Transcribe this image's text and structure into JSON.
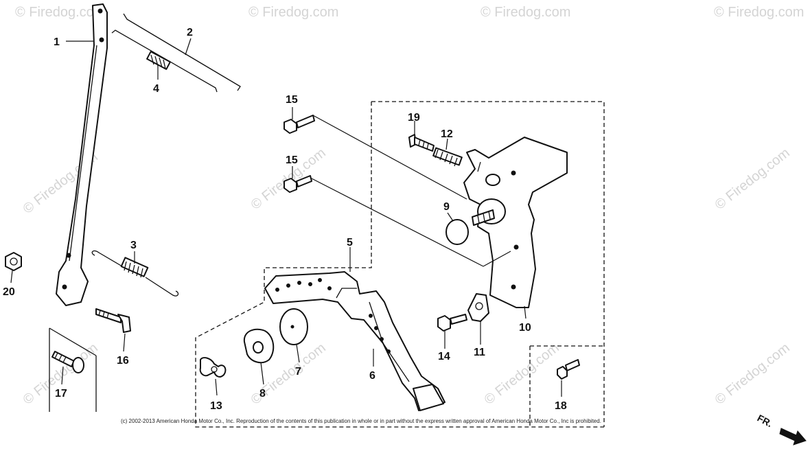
{
  "watermark": {
    "text": "© Firedog.com",
    "color": "#d4d4d4"
  },
  "copyright": "(c) 2002-2013 American Honda Motor Co., Inc. Reproduction of the contents of this publication in whole or in part without the express written approval of American Honda Motor Co., Inc is prohibited.",
  "direction_label": "FR.",
  "callouts": {
    "c1": "1",
    "c2": "2",
    "c3": "3",
    "c4": "4",
    "c5": "5",
    "c6": "6",
    "c7": "7",
    "c8": "8",
    "c9": "9",
    "c10": "10",
    "c11": "11",
    "c12": "12",
    "c13": "13",
    "c14": "14",
    "c15a": "15",
    "c15b": "15",
    "c16": "16",
    "c17": "17",
    "c18": "18",
    "c19": "19",
    "c20": "20"
  },
  "colors": {
    "ink": "#111111",
    "background": "#ffffff",
    "watermark": "#d4d4d4"
  }
}
